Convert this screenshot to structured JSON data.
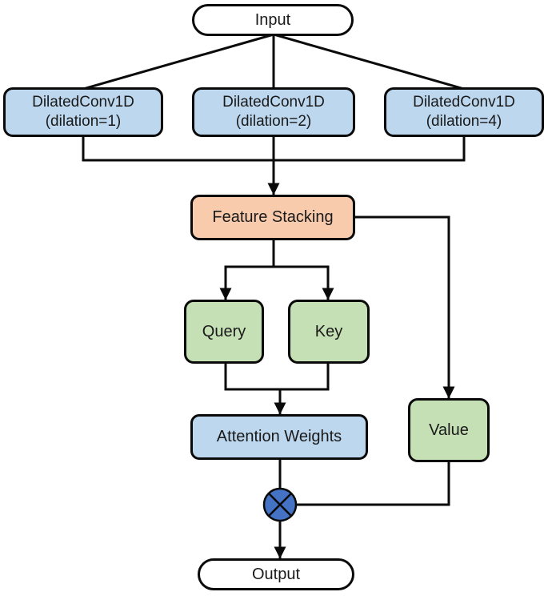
{
  "diagram": {
    "nodes": {
      "input": {
        "text": "Input"
      },
      "conv_1": {
        "line1": "DilatedConv1D",
        "line2": "(dilation=1)"
      },
      "conv_2": {
        "line1": "DilatedConv1D",
        "line2": "(dilation=2)"
      },
      "conv_3": {
        "line1": "DilatedConv1D",
        "line2": "(dilation=4)"
      },
      "stacking": {
        "text": "Feature Stacking"
      },
      "query": {
        "text": "Query"
      },
      "key": {
        "text": "Key"
      },
      "attention": {
        "text": "Attention Weights"
      },
      "value": {
        "text": "Value"
      },
      "output": {
        "text": "Output"
      }
    },
    "multiply_operator": "multiply-circle-icon",
    "colors": {
      "stroke": "#0a0a0a",
      "io_fill": "#ffffff",
      "blue_fill": "#bdd7ee",
      "orange_fill": "#f8cbad",
      "green_fill": "#c5e0b4",
      "operator_fill": "#4472c4"
    }
  }
}
